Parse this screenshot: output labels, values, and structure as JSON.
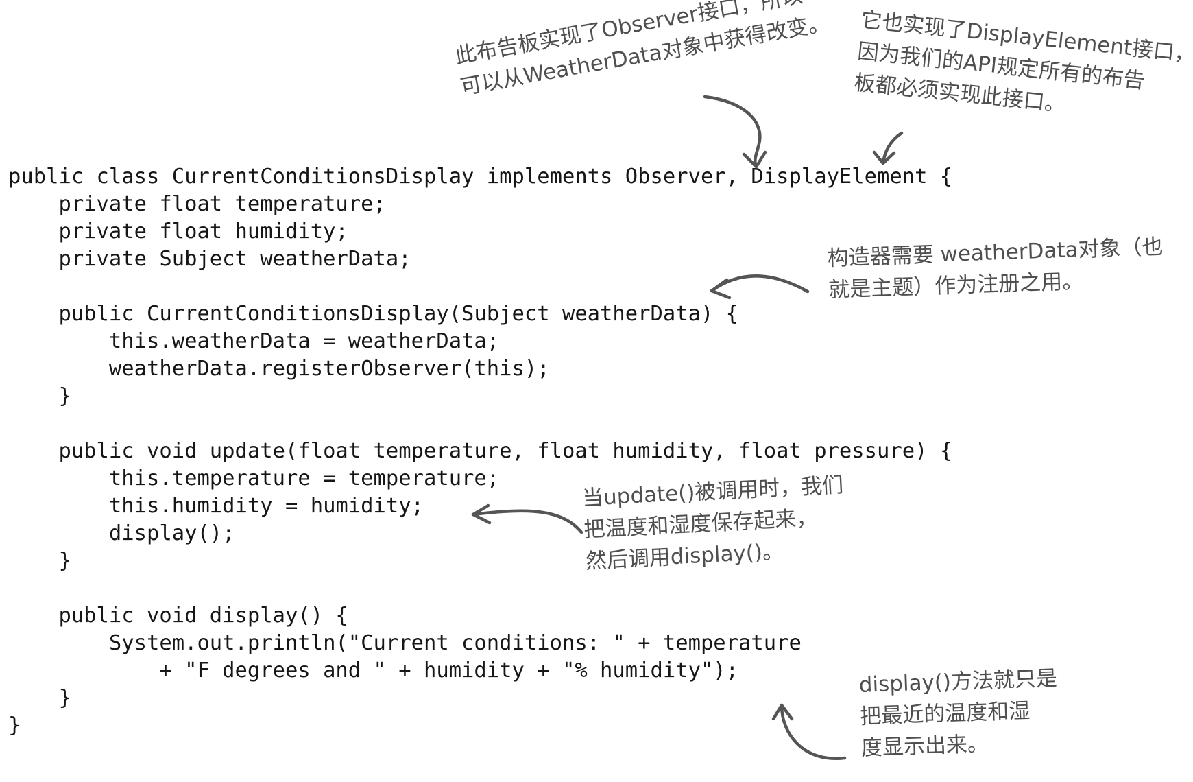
{
  "code": {
    "lines": [
      "public class CurrentConditionsDisplay implements Observer, DisplayElement {",
      "    private float temperature;",
      "    private float humidity;",
      "    private Subject weatherData;",
      "",
      "    public CurrentConditionsDisplay(Subject weatherData) {",
      "        this.weatherData = weatherData;",
      "        weatherData.registerObserver(this);",
      "    }",
      "",
      "    public void update(float temperature, float humidity, float pressure) {",
      "        this.temperature = temperature;",
      "        this.humidity = humidity;",
      "        display();",
      "    }",
      "",
      "    public void display() {",
      "        System.out.println(\"Current conditions: \" + temperature",
      "            + \"F degrees and \" + humidity + \"% humidity\");",
      "    }",
      "}"
    ]
  },
  "annotations": {
    "observer": [
      "此布告板实现了Observer接口，所以",
      "可以从WeatherData对象中获得改变。"
    ],
    "display_element": [
      "它也实现了DisplayElement接口，",
      "因为我们的API规定所有的布告",
      "板都必须实现此接口。"
    ],
    "constructor": [
      "构造器需要 weatherData对象（也",
      "就是主题）作为注册之用。"
    ],
    "update": [
      "当update()被调用时，我们",
      "把温度和湿度保存起来，",
      "然后调用display()。"
    ],
    "display": [
      "display()方法就只是",
      "把最近的温度和湿",
      "度显示出来。"
    ]
  },
  "colors": {
    "code": "#161616",
    "annotation": "#4f4f4f",
    "arrow": "#555555"
  }
}
